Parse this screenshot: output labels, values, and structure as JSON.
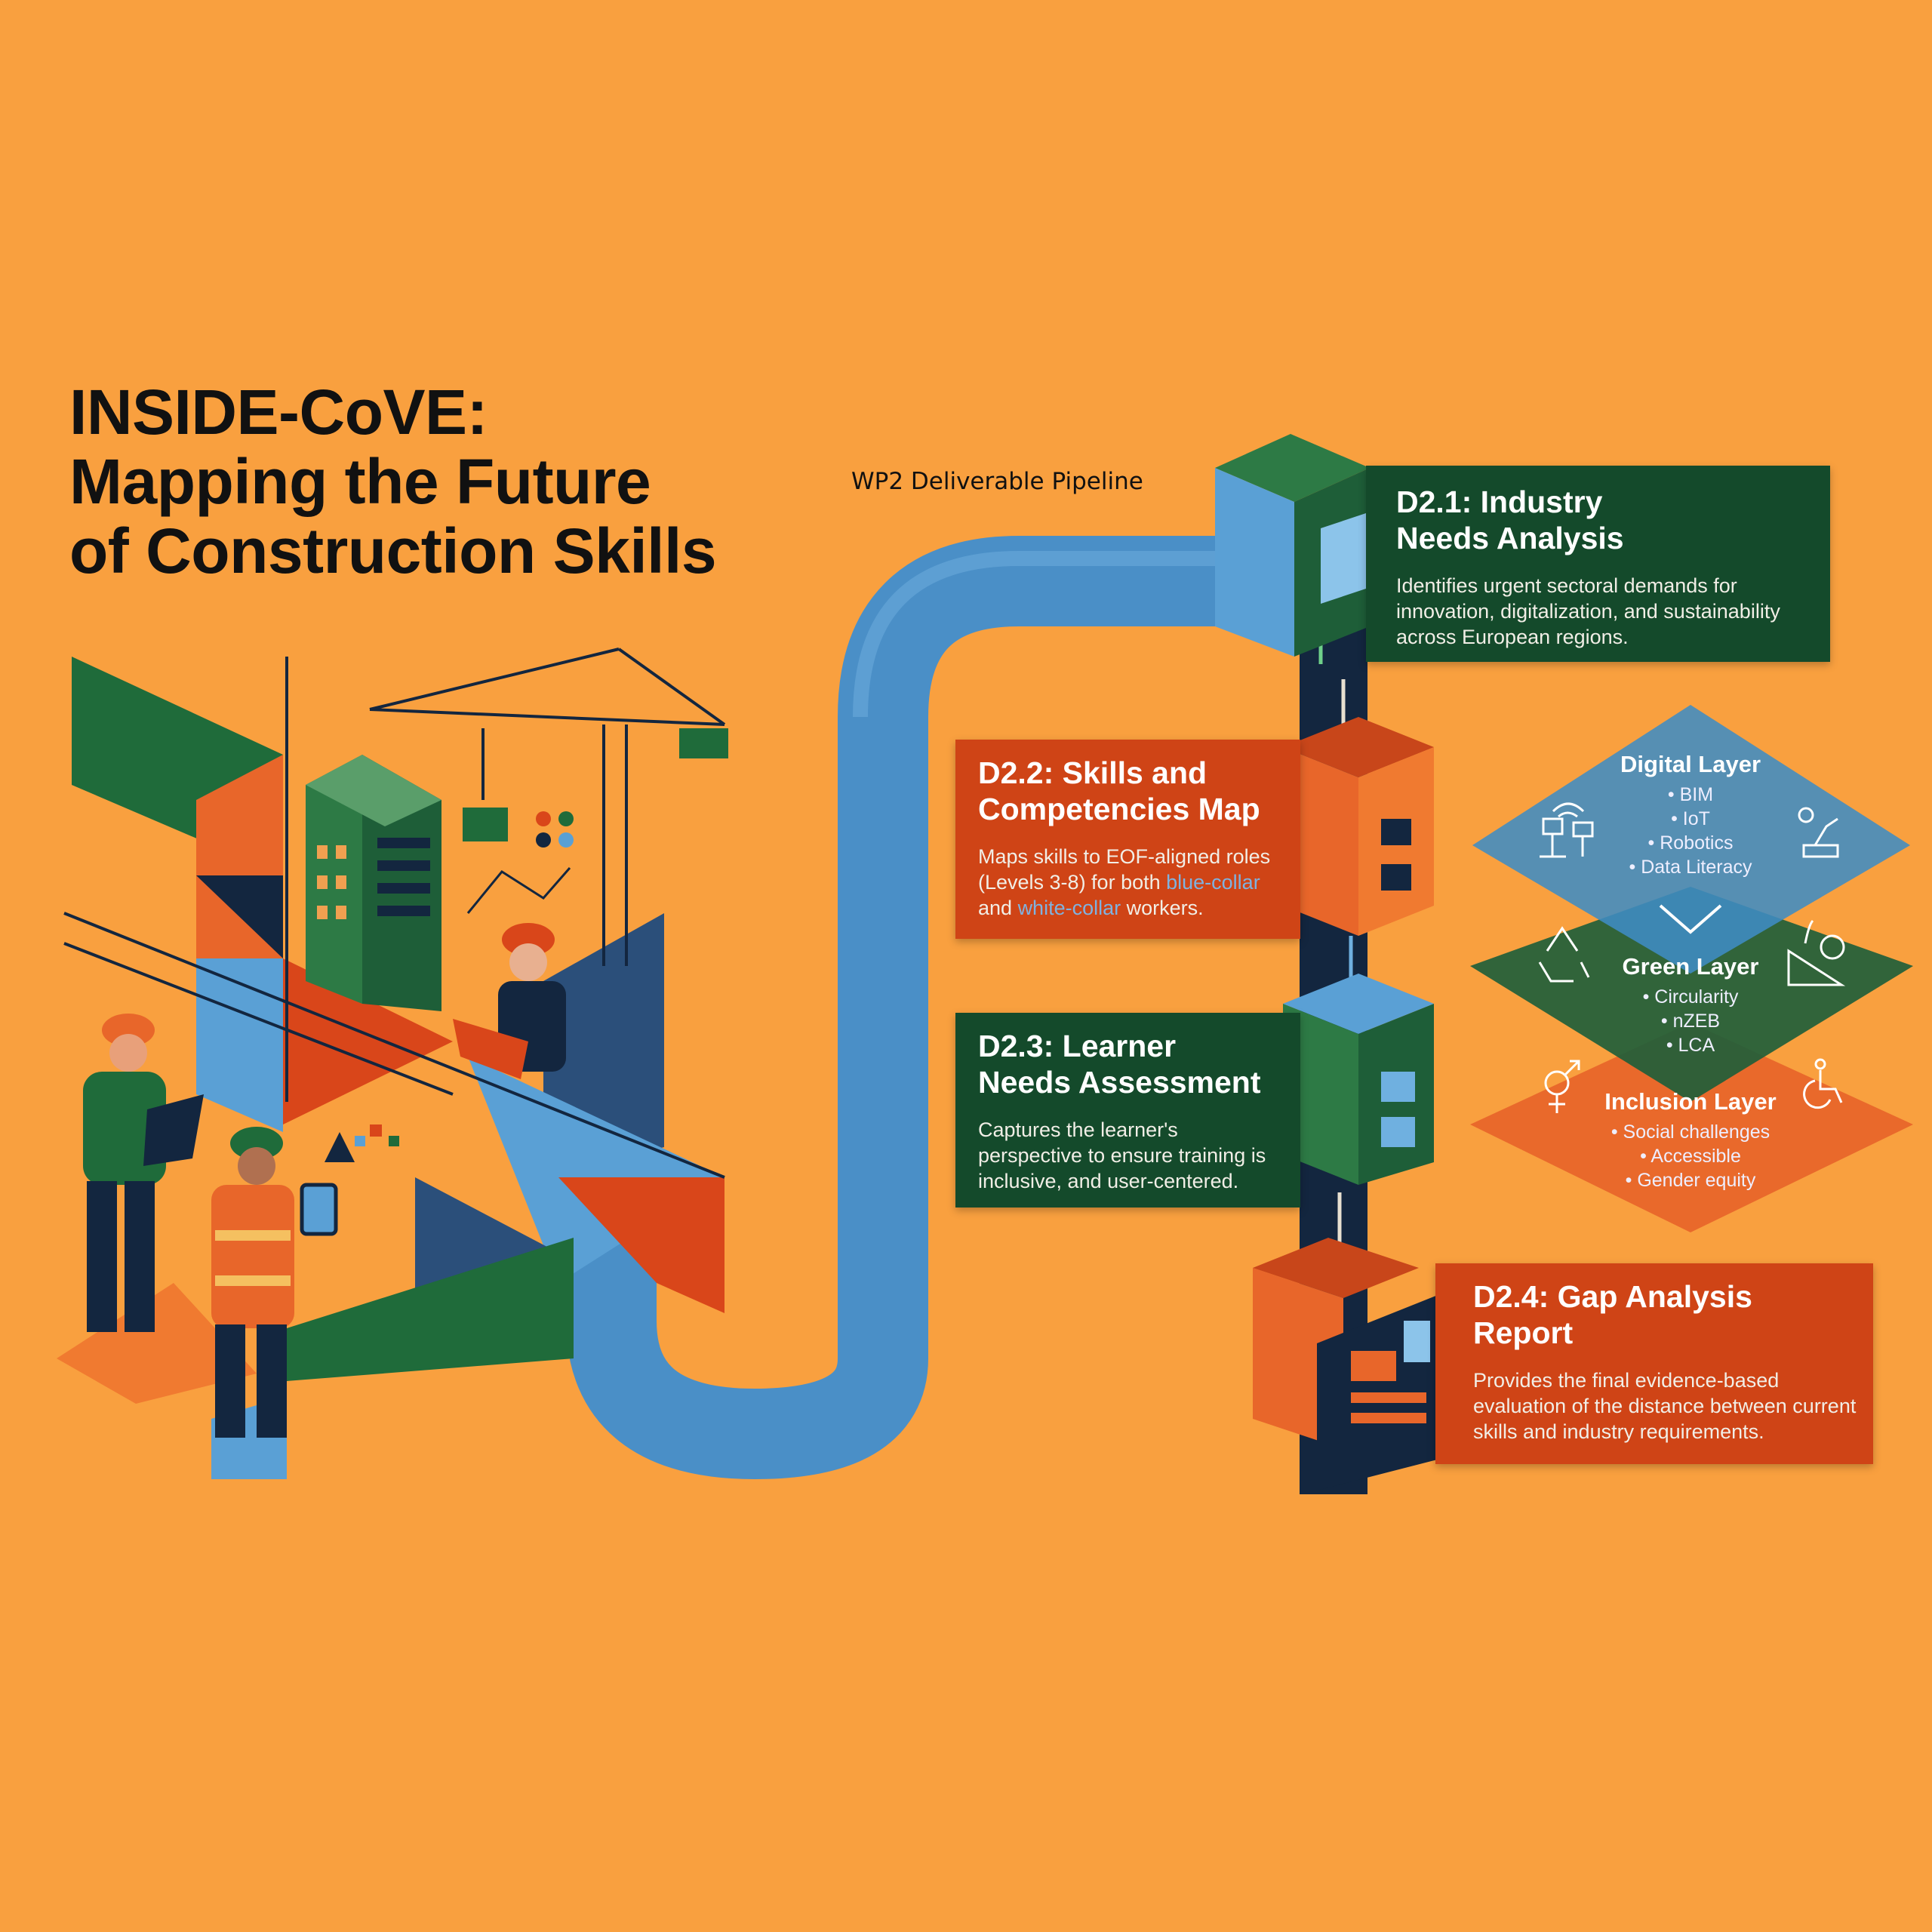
{
  "title": {
    "line1": "INSIDE-CoVE:",
    "line2": "Mapping the Future",
    "line3": "of Construction Skills"
  },
  "pipeline_label": "WP2 Deliverable Pipeline",
  "deliverables": [
    {
      "title_l1": "D2.1: Industry",
      "title_l2": "Needs Analysis",
      "desc": "Identifies urgent sectoral demands for innovation, digitalization, and sustainability across European regions."
    },
    {
      "title_l1": "D2.2: Skills and",
      "title_l2": "Competencies Map",
      "desc_a": "Maps skills to EOF-aligned roles (Levels 3-8) for both ",
      "hl1": "blue-collar",
      "desc_b": " and ",
      "hl2": "white-collar",
      "desc_c": " workers."
    },
    {
      "title_l1": "D2.3: Learner",
      "title_l2": "Needs Assessment",
      "desc": "Captures the learner's perspective to ensure training is inclusive, and user-centered."
    },
    {
      "title_l1": "D2.4: Gap Analysis",
      "title_l2": "Report",
      "desc": "Provides the final evidence-based evaluation of the distance between current skills and industry requirements."
    }
  ],
  "layers": [
    {
      "name": "Digital Layer",
      "items": [
        "• BIM",
        "• IoT",
        "• Robotics",
        "• Data Literacy"
      ],
      "color": "#3f8cc4"
    },
    {
      "name": "Green Layer",
      "items": [
        "• Circularity",
        "• nZEB",
        "• LCA"
      ],
      "color": "#1f5e3a"
    },
    {
      "name": "Inclusion Layer",
      "items": [
        "• Social challenges",
        "• Accessible",
        "• Gender equity"
      ],
      "color": "#e8662a"
    }
  ],
  "colors": {
    "background": "#F9A03F",
    "dark_green": "#144a2b",
    "orange_red": "#cf4416",
    "blue": "#4a8fc7",
    "navy": "#13263f"
  }
}
